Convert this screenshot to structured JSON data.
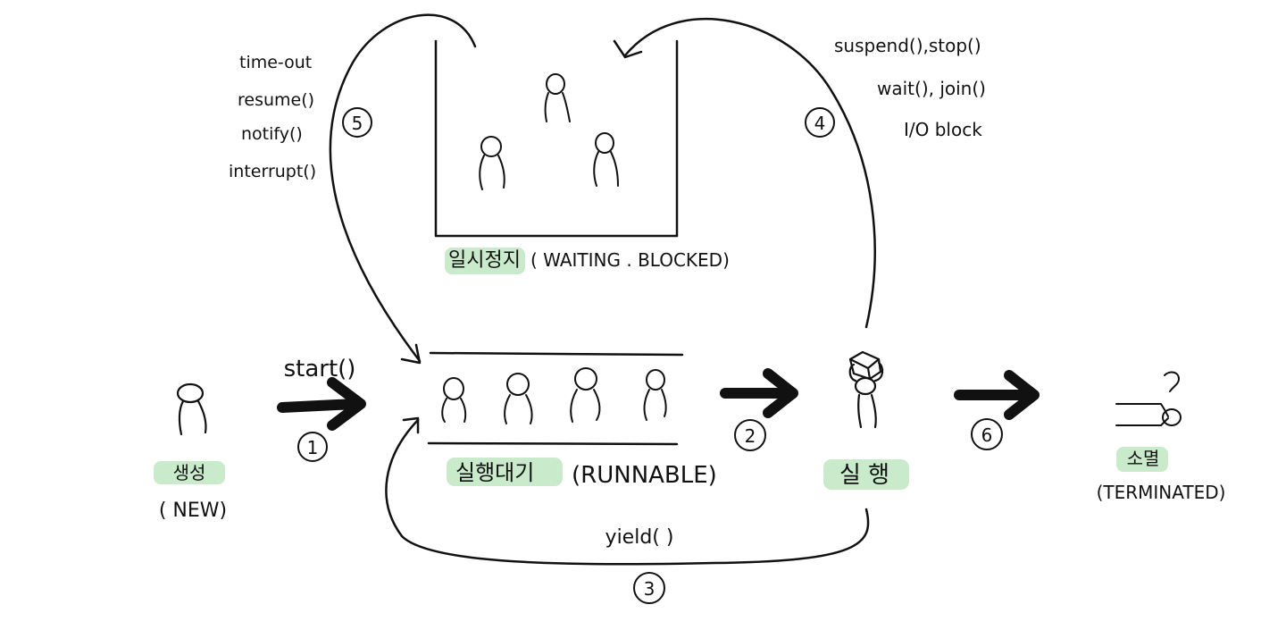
{
  "states": {
    "new": {
      "name": "생성",
      "english": "( NEW)"
    },
    "runnable": {
      "name": "실행대기",
      "english": "(RUNNABLE)"
    },
    "running": {
      "name": "실 행"
    },
    "waiting": {
      "name": "일시정지",
      "english": "( WAITING . BLOCKED)"
    },
    "terminated": {
      "name": "소멸",
      "english": "(TERMINATED)"
    }
  },
  "transitions": {
    "t1": {
      "number": "1",
      "label": "start()"
    },
    "t2": {
      "number": "2"
    },
    "t3": {
      "number": "3",
      "label": "yield( )"
    },
    "t4": {
      "number": "4",
      "labels": [
        "suspend(),stop()",
        "wait(), join()",
        "I/O block"
      ]
    },
    "t5": {
      "number": "5",
      "labels": [
        "time-out",
        "resume()",
        "notify()",
        "interrupt()"
      ]
    },
    "t6": {
      "number": "6"
    }
  },
  "colors": {
    "highlight": "#bfe6c2",
    "ink": "#111111"
  }
}
